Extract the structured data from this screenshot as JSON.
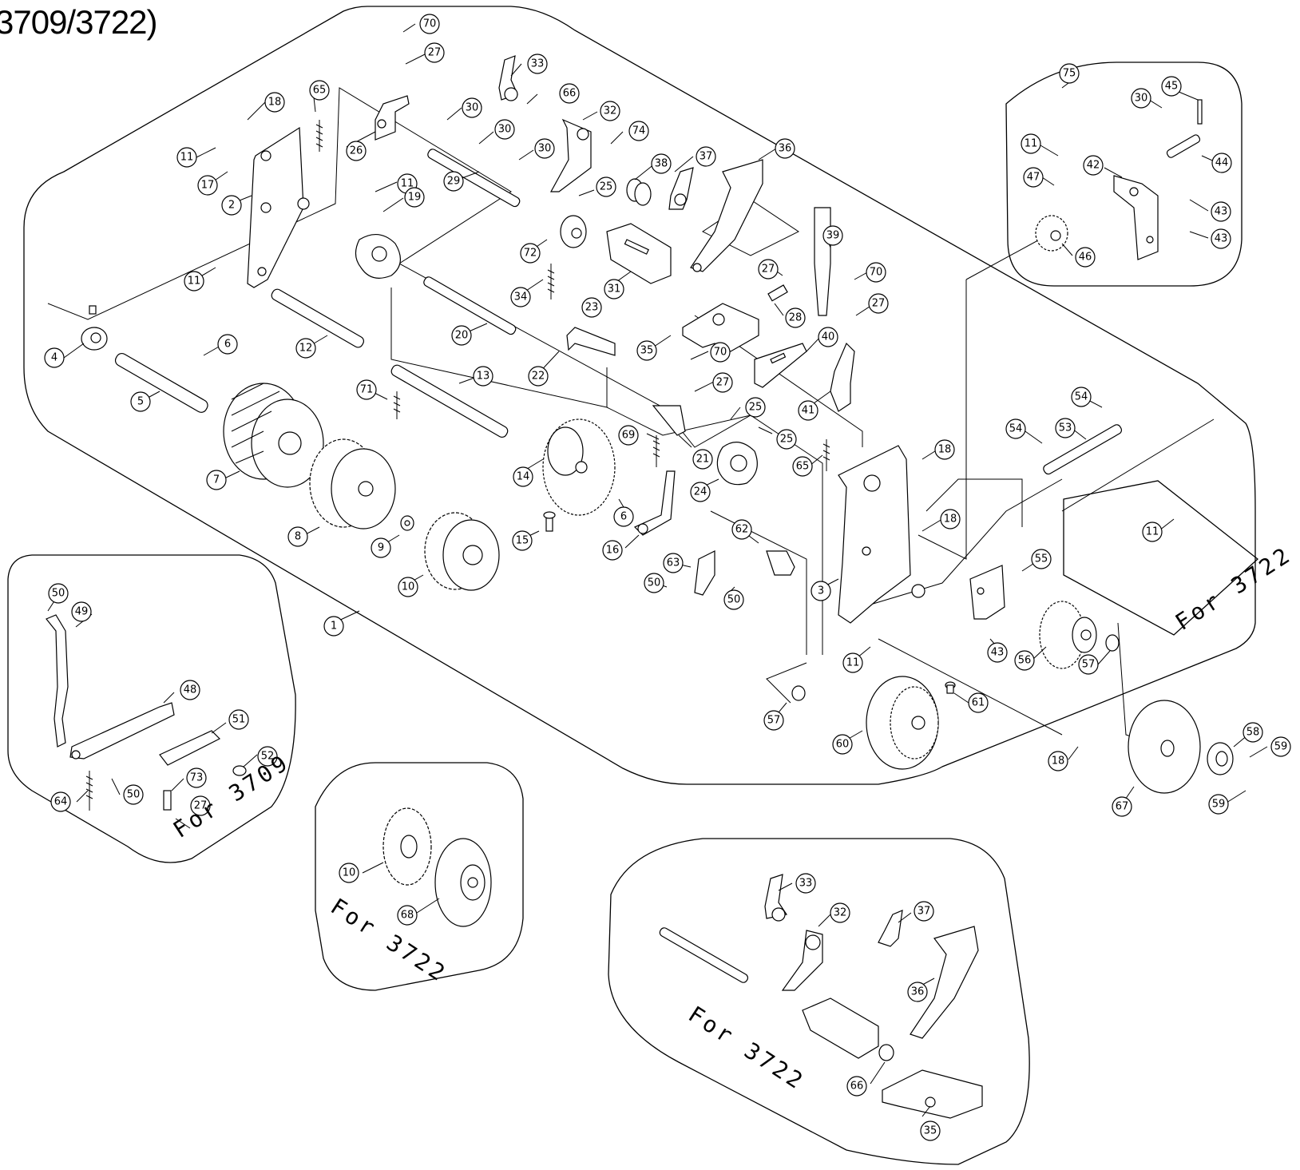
{
  "header": {
    "title": "3709/3722)"
  },
  "variants": {
    "for_3709": "For 3709",
    "for_3722_gear": "For 3722",
    "for_3722_lever": "For 3722",
    "for_3722_right": "For 3722"
  },
  "callouts": [
    {
      "id": "70a",
      "label": "70"
    },
    {
      "id": "27a",
      "label": "27"
    },
    {
      "id": "33a",
      "label": "33"
    },
    {
      "id": "66a",
      "label": "66"
    },
    {
      "id": "32a",
      "label": "32"
    },
    {
      "id": "74",
      "label": "74"
    },
    {
      "id": "30a",
      "label": "30"
    },
    {
      "id": "30b",
      "label": "30"
    },
    {
      "id": "30c",
      "label": "30"
    },
    {
      "id": "18a",
      "label": "18"
    },
    {
      "id": "65a",
      "label": "65"
    },
    {
      "id": "26",
      "label": "26"
    },
    {
      "id": "11a",
      "label": "11"
    },
    {
      "id": "17",
      "label": "17"
    },
    {
      "id": "2",
      "label": "2"
    },
    {
      "id": "29",
      "label": "29"
    },
    {
      "id": "11b",
      "label": "11"
    },
    {
      "id": "19",
      "label": "19"
    },
    {
      "id": "25a",
      "label": "25"
    },
    {
      "id": "38",
      "label": "38"
    },
    {
      "id": "37a",
      "label": "37"
    },
    {
      "id": "36a",
      "label": "36"
    },
    {
      "id": "72",
      "label": "72"
    },
    {
      "id": "34",
      "label": "34"
    },
    {
      "id": "31",
      "label": "31"
    },
    {
      "id": "11c",
      "label": "11"
    },
    {
      "id": "39",
      "label": "39"
    },
    {
      "id": "27b",
      "label": "27"
    },
    {
      "id": "70b",
      "label": "70"
    },
    {
      "id": "28",
      "label": "28"
    },
    {
      "id": "27c",
      "label": "27"
    },
    {
      "id": "4",
      "label": "4"
    },
    {
      "id": "12",
      "label": "12"
    },
    {
      "id": "20",
      "label": "20"
    },
    {
      "id": "23",
      "label": "23"
    },
    {
      "id": "35a",
      "label": "35"
    },
    {
      "id": "70c",
      "label": "70"
    },
    {
      "id": "40",
      "label": "40"
    },
    {
      "id": "6a",
      "label": "6"
    },
    {
      "id": "22",
      "label": "22"
    },
    {
      "id": "27d",
      "label": "27"
    },
    {
      "id": "41",
      "label": "41"
    },
    {
      "id": "5",
      "label": "5"
    },
    {
      "id": "71",
      "label": "71"
    },
    {
      "id": "13",
      "label": "13"
    },
    {
      "id": "25b",
      "label": "25"
    },
    {
      "id": "25c",
      "label": "25"
    },
    {
      "id": "69",
      "label": "69"
    },
    {
      "id": "21",
      "label": "21"
    },
    {
      "id": "18b",
      "label": "18"
    },
    {
      "id": "65b",
      "label": "65"
    },
    {
      "id": "7",
      "label": "7"
    },
    {
      "id": "14",
      "label": "14"
    },
    {
      "id": "24",
      "label": "24"
    },
    {
      "id": "8",
      "label": "8"
    },
    {
      "id": "6b",
      "label": "6"
    },
    {
      "id": "18c",
      "label": "18"
    },
    {
      "id": "9",
      "label": "9"
    },
    {
      "id": "15",
      "label": "15"
    },
    {
      "id": "16",
      "label": "16"
    },
    {
      "id": "62",
      "label": "62"
    },
    {
      "id": "63",
      "label": "63"
    },
    {
      "id": "10a",
      "label": "10"
    },
    {
      "id": "50a",
      "label": "50"
    },
    {
      "id": "50b",
      "label": "50"
    },
    {
      "id": "3",
      "label": "3"
    },
    {
      "id": "1",
      "label": "1"
    },
    {
      "id": "11d",
      "label": "11"
    },
    {
      "id": "57a",
      "label": "57"
    },
    {
      "id": "61",
      "label": "61"
    },
    {
      "id": "60",
      "label": "60"
    },
    {
      "id": "75",
      "label": "75"
    },
    {
      "id": "45",
      "label": "45"
    },
    {
      "id": "30d",
      "label": "30"
    },
    {
      "id": "11e",
      "label": "11"
    },
    {
      "id": "42",
      "label": "42"
    },
    {
      "id": "44",
      "label": "44"
    },
    {
      "id": "47",
      "label": "47"
    },
    {
      "id": "43a",
      "label": "43"
    },
    {
      "id": "43b",
      "label": "43"
    },
    {
      "id": "46",
      "label": "46"
    },
    {
      "id": "54a",
      "label": "54"
    },
    {
      "id": "54b",
      "label": "54"
    },
    {
      "id": "53",
      "label": "53"
    },
    {
      "id": "11f",
      "label": "11"
    },
    {
      "id": "55",
      "label": "55"
    },
    {
      "id": "43c",
      "label": "43"
    },
    {
      "id": "56",
      "label": "56"
    },
    {
      "id": "57b",
      "label": "57"
    },
    {
      "id": "18d",
      "label": "18"
    },
    {
      "id": "58",
      "label": "58"
    },
    {
      "id": "59a",
      "label": "59"
    },
    {
      "id": "59b",
      "label": "59"
    },
    {
      "id": "67",
      "label": "67"
    },
    {
      "id": "50c",
      "label": "50"
    },
    {
      "id": "49",
      "label": "49"
    },
    {
      "id": "48",
      "label": "48"
    },
    {
      "id": "51",
      "label": "51"
    },
    {
      "id": "52",
      "label": "52"
    },
    {
      "id": "73",
      "label": "73"
    },
    {
      "id": "64",
      "label": "64"
    },
    {
      "id": "50d",
      "label": "50"
    },
    {
      "id": "27e",
      "label": "27"
    },
    {
      "id": "10b",
      "label": "10"
    },
    {
      "id": "68",
      "label": "68"
    },
    {
      "id": "33b",
      "label": "33"
    },
    {
      "id": "32b",
      "label": "32"
    },
    {
      "id": "37b",
      "label": "37"
    },
    {
      "id": "36b",
      "label": "36"
    },
    {
      "id": "66b",
      "label": "66"
    },
    {
      "id": "35b",
      "label": "35"
    }
  ]
}
